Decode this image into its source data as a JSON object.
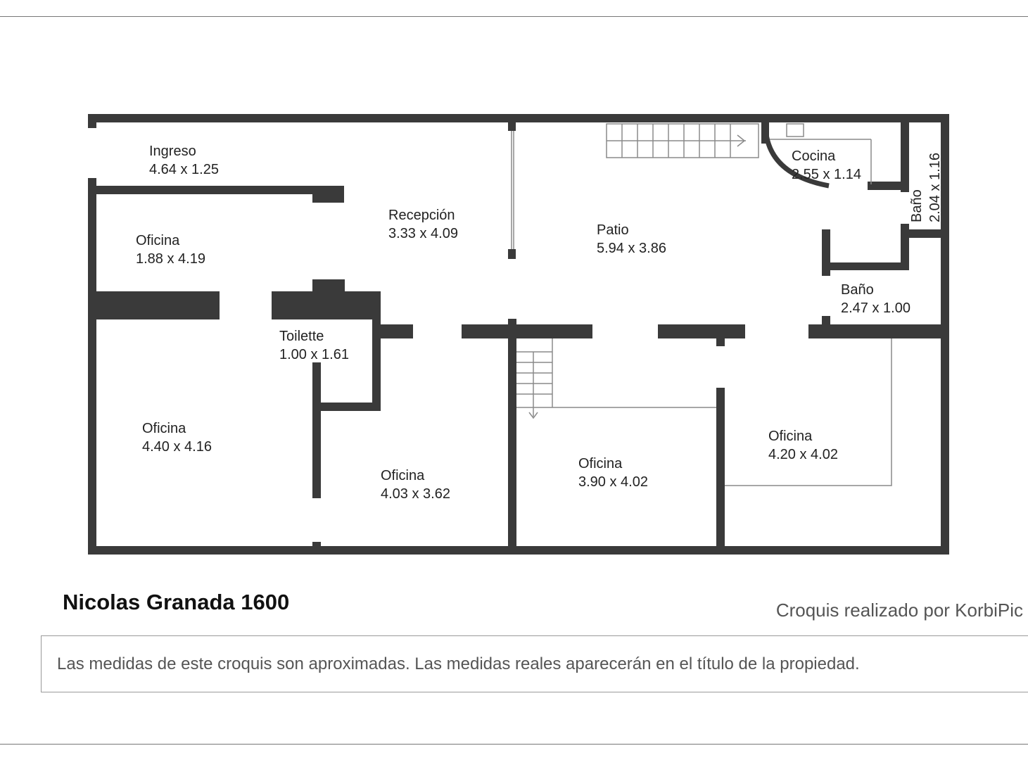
{
  "rooms": [
    {
      "name": "Ingreso",
      "dims": "4.64 x 1.25"
    },
    {
      "name": "Recepción",
      "dims": "3.33 x 4.09"
    },
    {
      "name": "Patio",
      "dims": "5.94 x 3.86"
    },
    {
      "name": "Cocina",
      "dims": "2.55 x 1.14"
    },
    {
      "name": "Baño",
      "dims": "2.04 x 1.16"
    },
    {
      "name": "Oficina",
      "dims": "1.88 x 4.19"
    },
    {
      "name": "Baño",
      "dims": "2.47 x 1.00"
    },
    {
      "name": "Toilette",
      "dims": "1.00 x 1.61"
    },
    {
      "name": "Oficina",
      "dims": "4.40 x 4.16"
    },
    {
      "name": "Oficina",
      "dims": "4.03 x 3.62"
    },
    {
      "name": "Oficina",
      "dims": "3.90 x 4.02"
    },
    {
      "name": "Oficina",
      "dims": "4.20 x 4.02"
    }
  ],
  "footer": {
    "address": "Nicolas Granada 1600",
    "credit": "Croquis realizado por KorbiPic",
    "disclaimer": "Las medidas de este croquis son aproximadas. Las medidas reales aparecerán en el título de la propiedad."
  },
  "colors": {
    "wall": "#3a3a3a",
    "thin_line": "#8a8a8a",
    "text": "#222222"
  }
}
